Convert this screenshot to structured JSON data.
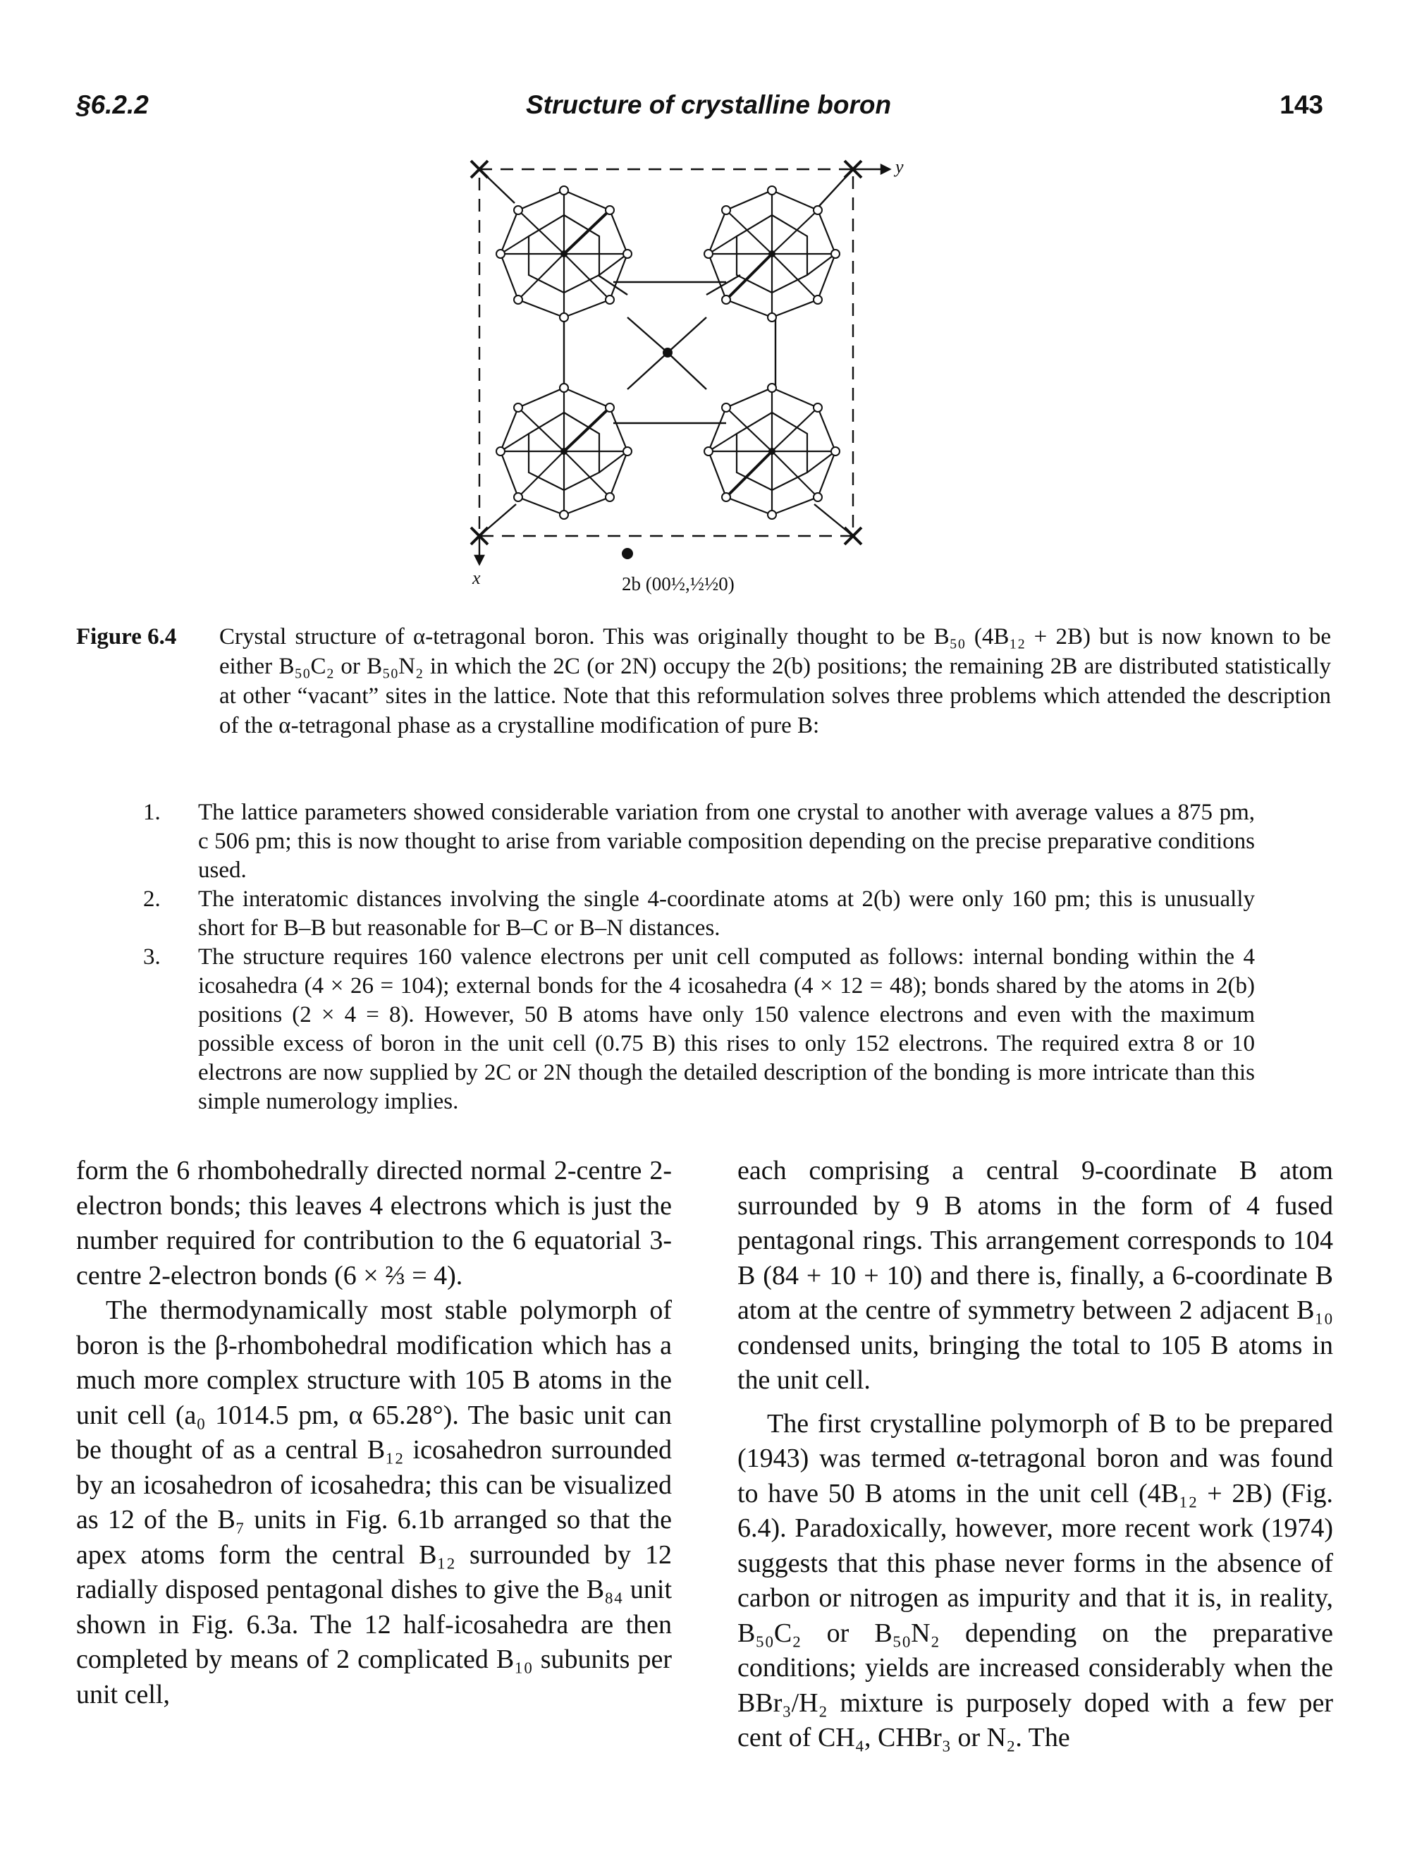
{
  "header": {
    "section": "§6.2.2",
    "title": "Structure of crystalline boron",
    "page_number": "143"
  },
  "figure": {
    "axis_x_label": "x",
    "axis_y_label": "y",
    "position_label": "2b (00½,½½0)",
    "caption_label": "Figure 6.4",
    "caption_text": "Crystal structure of α-tetragonal boron. This was originally thought to be B₅₀ (4B₁₂ + 2B) but is now known to be either B₅₀C₂ or B₅₀N₂ in which the 2C (or 2N) occupy the 2(b) positions; the remaining 2B are distributed statistically at other “vacant” sites in the lattice. Note that this reformulation solves three problems which attended the description of the α-tetragonal phase as a crystalline modification of pure B:",
    "caption_items": [
      {
        "number": "1.",
        "text": "The lattice parameters showed considerable variation from one crystal to another with average values a 875 pm, c 506 pm; this is now thought to arise from variable composition depending on the precise preparative conditions used."
      },
      {
        "number": "2.",
        "text": "The interatomic distances involving the single 4-coordinate atoms at 2(b) were only 160 pm; this is unusually short for B–B but reasonable for B–C or B–N distances."
      },
      {
        "number": "3.",
        "text": "The structure requires 160 valence electrons per unit cell computed as follows: internal bonding within the 4 icosahedra (4 × 26 = 104); external bonds for the 4 icosahedra (4 × 12 = 48); bonds shared by the atoms in 2(b) positions (2 × 4 = 8). However, 50 B atoms have only 150 valence electrons and even with the maximum possible excess of boron in the unit cell (0.75 B) this rises to only 152 electrons. The required extra 8 or 10 electrons are now supplied by 2C or 2N though the detailed description of the bonding is more intricate than this simple numerology implies."
      }
    ]
  },
  "body": {
    "left_col_p1": "form the 6 rhombohedrally directed normal 2-centre 2-electron bonds; this leaves 4 electrons which is just the number required for contribution to the 6 equatorial 3-centre 2-electron bonds (6 × ⅔ = 4).",
    "left_col_p2": "The thermodynamically most stable polymorph of boron is the β-rhombohedral modification which has a much more complex structure with 105 B atoms in the unit cell (a₀ 1014.5 pm, α 65.28°). The basic unit can be thought of as a central B₁₂ icosahedron surrounded by an icosahedron of icosahedra; this can be visualized as 12 of the B₇ units in Fig. 6.1b arranged so that the apex atoms form the central B₁₂ surrounded by 12 radially disposed pentagonal dishes to give the B₈₄ unit shown in Fig. 6.3a. The 12 half-icosahedra are then completed by means of 2 complicated B₁₀ subunits per unit cell,",
    "right_col_p1": "each comprising a central 9-coordinate B atom surrounded by 9 B atoms in the form of 4 fused pentagonal rings. This arrangement corresponds to 104 B (84 + 10 + 10) and there is, finally, a 6-coordinate B atom at the centre of symmetry between 2 adjacent B₁₀ condensed units, bringing the total to 105 B atoms in the unit cell.",
    "right_col_p2": "The first crystalline polymorph of B to be prepared (1943) was termed α-tetragonal boron and was found to have 50 B atoms in the unit cell (4B₁₂ + 2B) (Fig. 6.4). Paradoxically, however, more recent work (1974) suggests that this phase never forms in the absence of carbon or nitrogen as impurity and that it is, in reality, B₅₀C₂ or B₅₀N₂ depending on the preparative conditions; yields are increased considerably when the BBr₃/H₂ mixture is purposely doped with a few per cent of CH₄, CHBr₃ or N₂. The"
  }
}
